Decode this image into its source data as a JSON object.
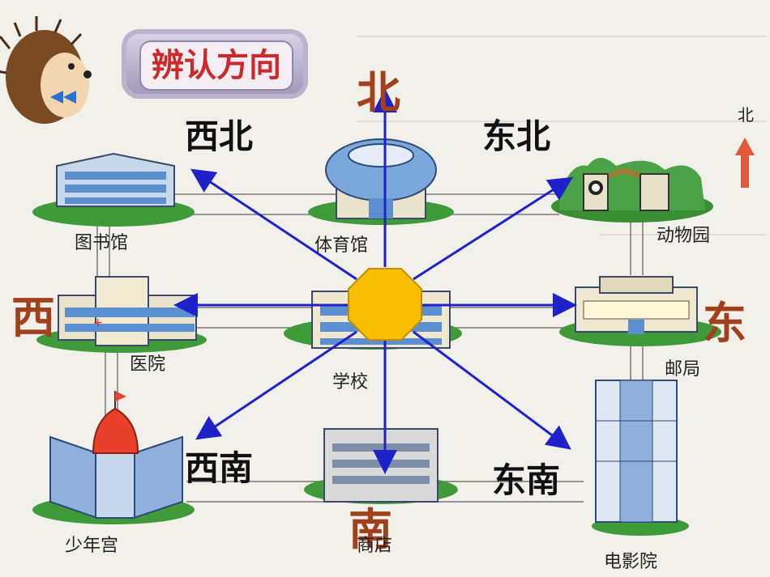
{
  "title": "辨认方向",
  "directions": {
    "north": "北",
    "south": "南",
    "east": "东",
    "west": "西",
    "northwest": "西北",
    "northeast": "东北",
    "southwest": "西南",
    "southeast": "东南"
  },
  "compass_indicator": {
    "label": "北"
  },
  "places": {
    "library": "图书馆",
    "gym": "体育馆",
    "zoo": "动物园",
    "hospital": "医院",
    "school": "学校",
    "post_office": "邮局",
    "youth_palace": "少年宫",
    "shop": "商店",
    "cinema": "电影院"
  },
  "colors": {
    "arrow": "#1f22c8",
    "center_octagon": "#f7bf00",
    "direction_text": "#a0411b",
    "building_blue": "#5b8fd0",
    "roof_red": "#e8402a"
  }
}
